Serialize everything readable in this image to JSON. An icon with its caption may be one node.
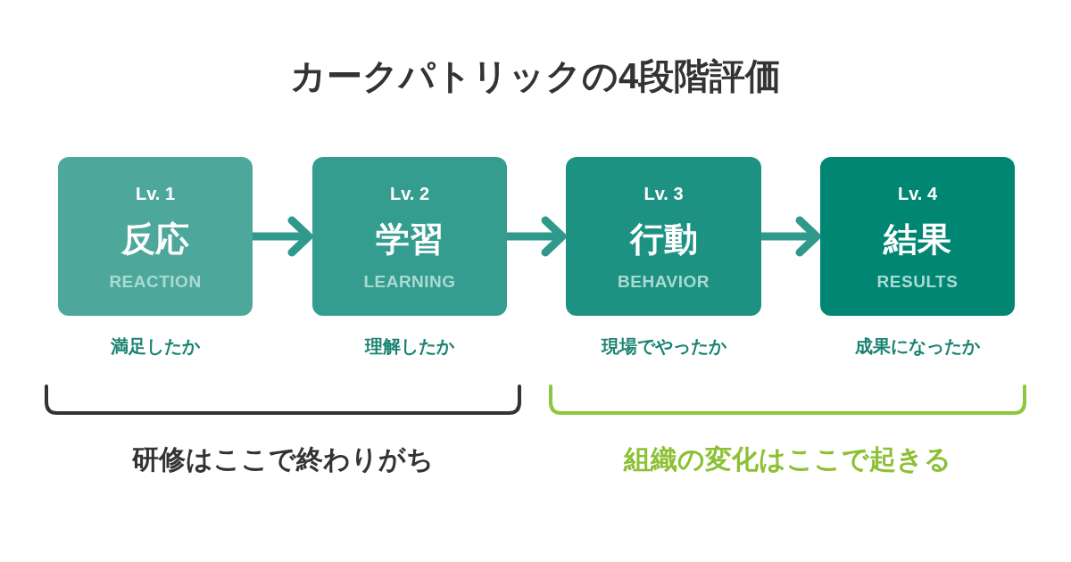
{
  "diagram": {
    "title": "カークパトリックの4段階評価",
    "nodes": [
      {
        "text": [
          "Lv. 1",
          "反応",
          "REACTION"
        ],
        "beside": [
          "満足したか"
        ]
      },
      {
        "text": [
          "Lv. 2",
          "学習",
          "LEARNING"
        ],
        "beside": [
          "理解したか"
        ]
      },
      {
        "text": [
          "Lv. 3",
          "行動",
          "BEHAVIOR"
        ],
        "beside": [
          "現場でやったか"
        ]
      },
      {
        "text": [
          "Lv. 4",
          "結果",
          "RESULTS"
        ],
        "beside": [
          "成果になったか"
        ]
      }
    ],
    "edges": [
      {
        "from": 0,
        "to": 1,
        "arrow": "to"
      },
      {
        "from": 1,
        "to": 2,
        "arrow": "to"
      },
      {
        "from": 2,
        "to": 3,
        "arrow": "to"
      }
    ],
    "labels": [
      "研修はここで終わりがち",
      "組織の変化はここで起きる"
    ]
  }
}
